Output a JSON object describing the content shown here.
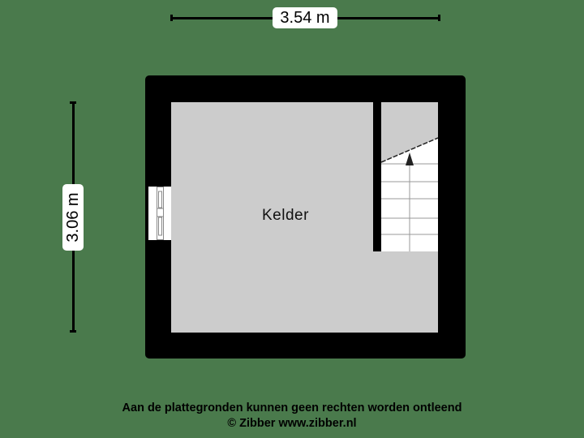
{
  "dimensions": {
    "width_label": "3.54 m",
    "height_label": "3.06 m"
  },
  "rooms": [
    {
      "name": "Kelder"
    }
  ],
  "stairs": {
    "direction": "up",
    "steps": 6
  },
  "window": {
    "position": "left-wall"
  },
  "footer": {
    "disclaimer": "Aan de plattegronden kunnen geen rechten worden ontleend",
    "copyright": "© Zibber www.zibber.nl"
  },
  "colors": {
    "background": "#4a7a4c",
    "wall": "#000000",
    "floor": "#cccccc",
    "stair": "#ffffff"
  }
}
